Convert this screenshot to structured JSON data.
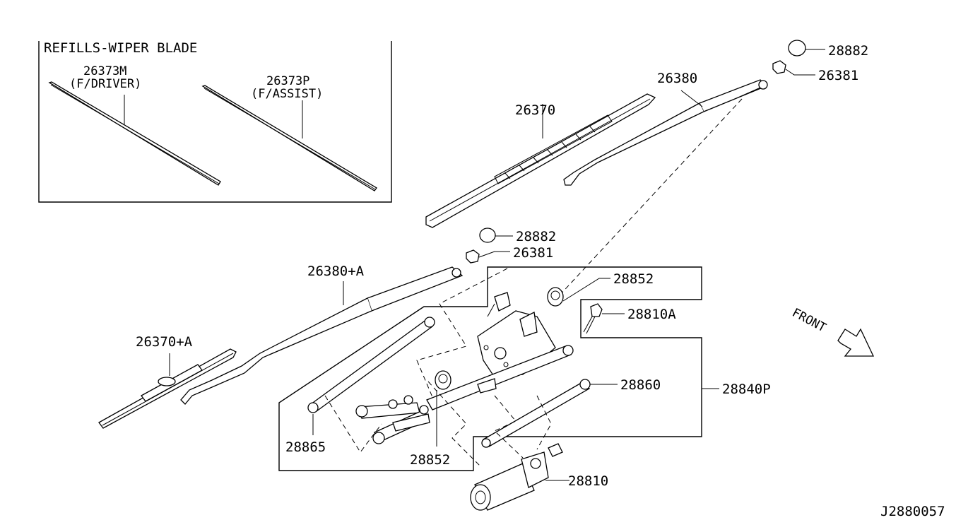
{
  "refills_box": {
    "title": "REFILLS-WIPER BLADE",
    "driver_part": "26373M",
    "driver_note": "(F/DRIVER)",
    "assist_part": "26373P",
    "assist_note": "(F/ASSIST)"
  },
  "labels": {
    "p28882_top": "28882",
    "p26381_top": "26381",
    "p26380": "26380",
    "p26370": "26370",
    "p28882_mid": "28882",
    "p26381_mid": "26381",
    "p26380a": "26380+A",
    "p26370a": "26370+A",
    "p28852_top": "28852",
    "p28810a": "28810A",
    "p28860": "28860",
    "p28840p": "28840P",
    "p28865": "28865",
    "p28852_bot": "28852",
    "p28810": "28810"
  },
  "front_label": "FRONT",
  "diagram_id": "J2880057"
}
